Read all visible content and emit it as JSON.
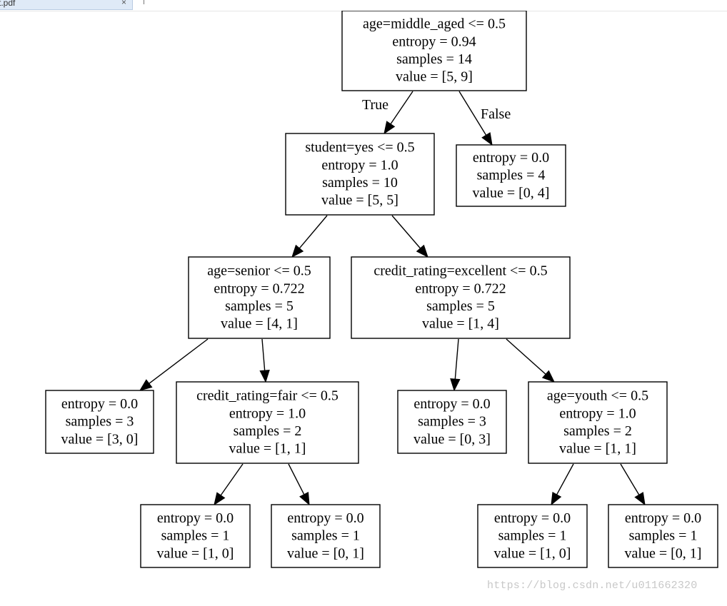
{
  "tab": {
    "title": "t.pdf",
    "close_icon": "close-icon",
    "close_glyph": "×"
  },
  "tree": {
    "nodes": [
      {
        "id": "n0",
        "lines": [
          "age=middle_aged <= 0.5",
          "entropy = 0.94",
          "samples = 14",
          "value = [5, 9]"
        ]
      },
      {
        "id": "n1",
        "lines": [
          "student=yes <= 0.5",
          "entropy = 1.0",
          "samples = 10",
          "value = [5, 5]"
        ]
      },
      {
        "id": "n2",
        "lines": [
          "entropy = 0.0",
          "samples = 4",
          "value = [0, 4]"
        ]
      },
      {
        "id": "n3",
        "lines": [
          "age=senior <= 0.5",
          "entropy = 0.722",
          "samples = 5",
          "value = [4, 1]"
        ]
      },
      {
        "id": "n4",
        "lines": [
          "credit_rating=excellent <= 0.5",
          "entropy = 0.722",
          "samples = 5",
          "value = [1, 4]"
        ]
      },
      {
        "id": "n5",
        "lines": [
          "entropy = 0.0",
          "samples = 3",
          "value = [3, 0]"
        ]
      },
      {
        "id": "n6",
        "lines": [
          "credit_rating=fair <= 0.5",
          "entropy = 1.0",
          "samples = 2",
          "value = [1, 1]"
        ]
      },
      {
        "id": "n7",
        "lines": [
          "entropy = 0.0",
          "samples = 3",
          "value = [0, 3]"
        ]
      },
      {
        "id": "n8",
        "lines": [
          "age=youth <= 0.5",
          "entropy = 1.0",
          "samples = 2",
          "value = [1, 1]"
        ]
      },
      {
        "id": "n9",
        "lines": [
          "entropy = 0.0",
          "samples = 1",
          "value = [1, 0]"
        ]
      },
      {
        "id": "n10",
        "lines": [
          "entropy = 0.0",
          "samples = 1",
          "value = [0, 1]"
        ]
      },
      {
        "id": "n11",
        "lines": [
          "entropy = 0.0",
          "samples = 1",
          "value = [1, 0]"
        ]
      },
      {
        "id": "n12",
        "lines": [
          "entropy = 0.0",
          "samples = 1",
          "value = [0, 1]"
        ]
      }
    ],
    "edges": [
      {
        "from": "n0",
        "to": "n1",
        "label": "True"
      },
      {
        "from": "n0",
        "to": "n2",
        "label": "False"
      },
      {
        "from": "n1",
        "to": "n3",
        "label": ""
      },
      {
        "from": "n1",
        "to": "n4",
        "label": ""
      },
      {
        "from": "n3",
        "to": "n5",
        "label": ""
      },
      {
        "from": "n3",
        "to": "n6",
        "label": ""
      },
      {
        "from": "n4",
        "to": "n7",
        "label": ""
      },
      {
        "from": "n4",
        "to": "n8",
        "label": ""
      },
      {
        "from": "n6",
        "to": "n9",
        "label": ""
      },
      {
        "from": "n6",
        "to": "n10",
        "label": ""
      },
      {
        "from": "n8",
        "to": "n11",
        "label": ""
      },
      {
        "from": "n8",
        "to": "n12",
        "label": ""
      }
    ]
  },
  "watermark": "https://blog.csdn.net/u011662320"
}
